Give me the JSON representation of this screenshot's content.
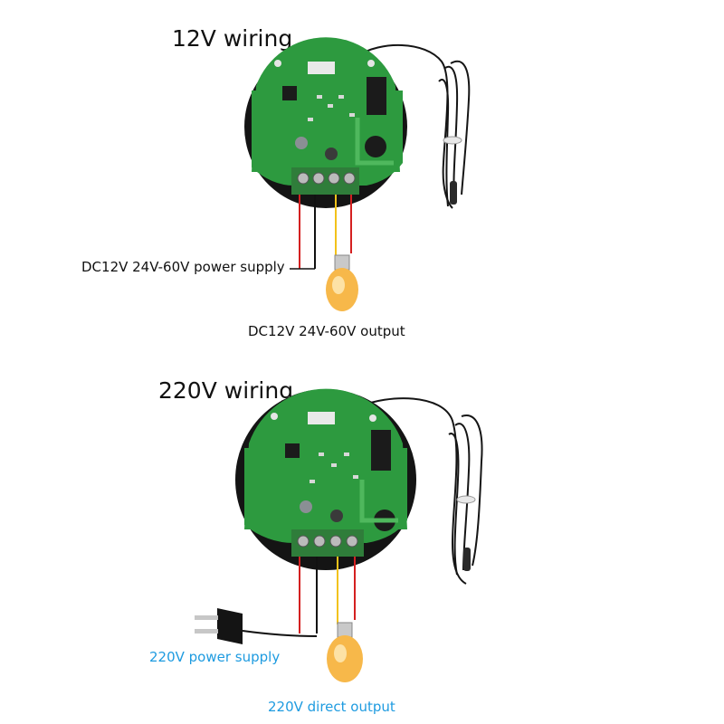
{
  "sections": [
    {
      "title": "12V wiring",
      "power_label": "DC12V 24V-60V power supply",
      "output_label": "DC12V 24V-60V output"
    },
    {
      "title": "220V wiring",
      "power_label": "220V power supply",
      "output_label": "220V direct output"
    }
  ],
  "colors": {
    "pcb": "#2d9a3f",
    "housing": "#141414",
    "terminal": "#2f7d3a",
    "wire_red": "#d42020",
    "wire_yellow": "#f2c21a",
    "wire_black": "#111111",
    "bulb": "#f7b84a",
    "accent_label": "#1e9be0"
  },
  "icons": [
    "controller-board-icon",
    "temperature-probe-icon",
    "light-bulb-icon",
    "power-plug-icon"
  ]
}
